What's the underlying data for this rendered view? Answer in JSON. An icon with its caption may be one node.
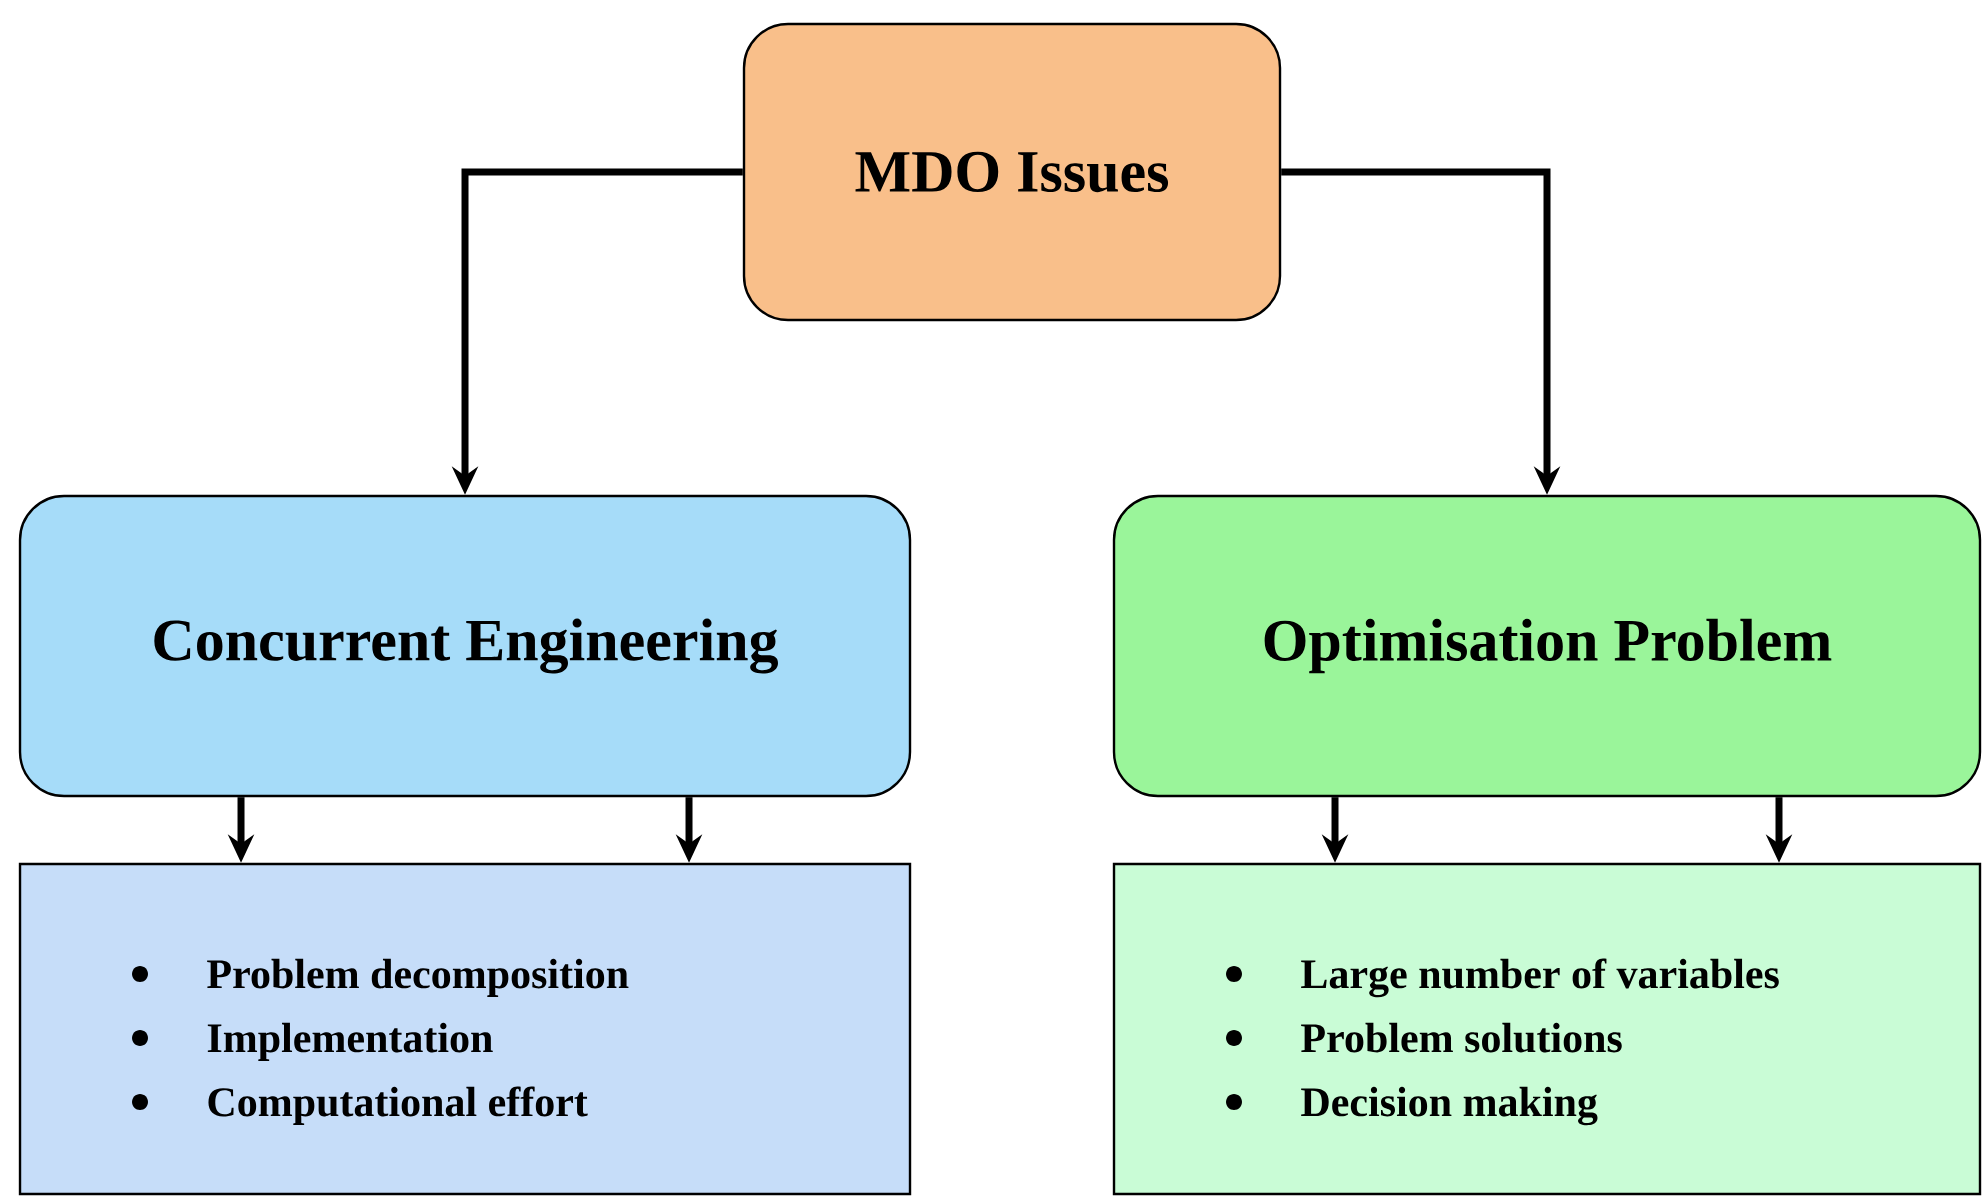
{
  "diagram": {
    "nodes": [
      {
        "text": [
          "MDO Issues"
        ]
      },
      {
        "text": [
          "Concurrent Engineering"
        ]
      },
      {
        "text": [
          "Optimisation Problem"
        ]
      },
      {
        "text": [
          "Problem decomposition",
          "Implementation",
          "Computational effort"
        ]
      },
      {
        "text": [
          "Large number of variables",
          "Problem solutions",
          "Decision making"
        ]
      }
    ],
    "edges": [
      {
        "from": 0,
        "to": 1,
        "arrow": "to"
      },
      {
        "from": 0,
        "to": 2,
        "arrow": "to"
      },
      {
        "from": 1,
        "to": 3,
        "arrow": "to"
      },
      {
        "from": 1,
        "to": 3,
        "arrow": "to"
      },
      {
        "from": 2,
        "to": 4,
        "arrow": "to"
      },
      {
        "from": 2,
        "to": 4,
        "arrow": "to"
      }
    ]
  }
}
